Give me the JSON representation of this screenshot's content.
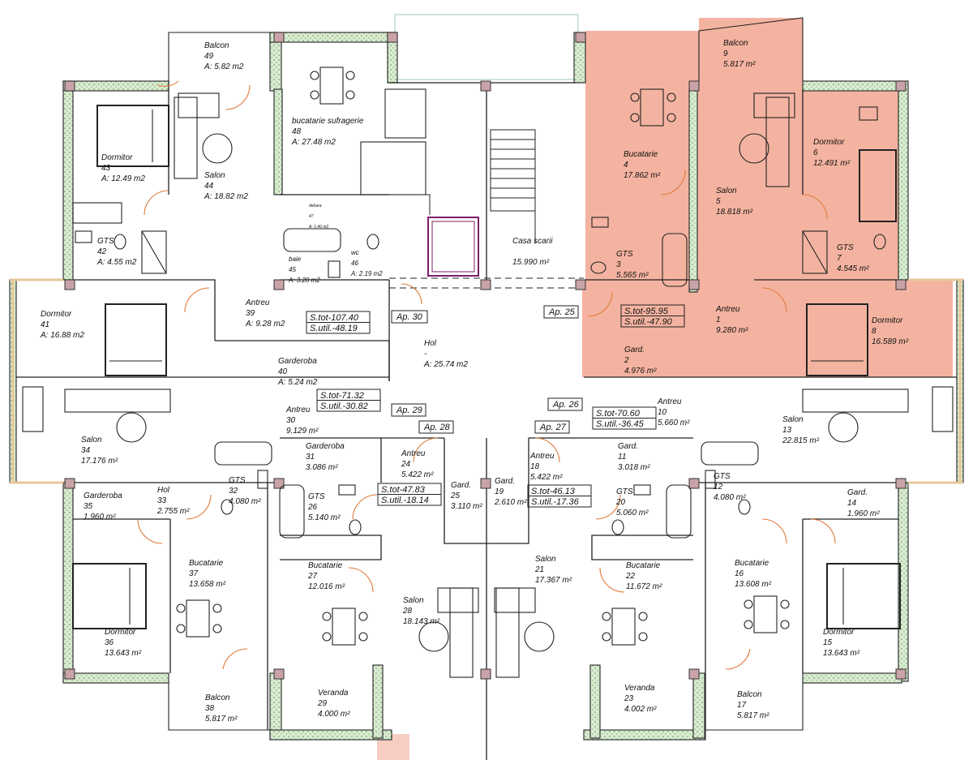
{
  "colors": {
    "highlight": "#f4b3a0",
    "wall": "#d8ecd0",
    "wall_edge": "#333333",
    "column": "#c9a3a8",
    "glazing": "#e8c79a",
    "line": "#222222"
  },
  "icons": [
    "bed-icon",
    "sofa-icon",
    "dining-table-icon",
    "bathtub-icon",
    "toilet-icon",
    "sink-icon",
    "shower-icon",
    "stairs-icon",
    "elevator-icon",
    "door-swing-icon"
  ],
  "rooms": [
    {
      "id": "balcon-49",
      "l1": "Balcon",
      "l2": "49",
      "l3": "A: 5.82 m2"
    },
    {
      "id": "dormitor-43",
      "l1": "Dormitor",
      "l2": "43",
      "l3": "A: 12.49 m2"
    },
    {
      "id": "salon-44",
      "l1": "Salon",
      "l2": "44",
      "l3": "A: 18.82 m2"
    },
    {
      "id": "bucatarie-48",
      "l1": "bucatarie sufragerie",
      "l2": "48",
      "l3": "A: 27.48 m2"
    },
    {
      "id": "gts-42",
      "l1": "GTS",
      "l2": "42",
      "l3": "A: 4.55 m2"
    },
    {
      "id": "debara-47",
      "l1": "debara",
      "l2": "47",
      "l3": "A: 1.46 m2"
    },
    {
      "id": "baie-45",
      "l1": "baie",
      "l2": "45",
      "l3": "A: 3.20 m2"
    },
    {
      "id": "wc-46",
      "l1": "wc",
      "l2": "46",
      "l3": "A: 2.19 m2"
    },
    {
      "id": "dormitor-41",
      "l1": "Dormitor",
      "l2": "41",
      "l3": "A: 16.88 m2"
    },
    {
      "id": "antreu-39",
      "l1": "Antreu",
      "l2": "39",
      "l3": "A: 9.28 m2"
    },
    {
      "id": "garderoba-40",
      "l1": "Garderoba",
      "l2": "40",
      "l3": "A: 5.24 m2"
    },
    {
      "id": "hol",
      "l1": "Hol",
      "l2": "-",
      "l3": "A: 25.74 m2"
    },
    {
      "id": "casa-scarii",
      "l1": "Casa scarii",
      "l2": "",
      "l3": "15.990 m²"
    },
    {
      "id": "balcon-9",
      "l1": "Balcon",
      "l2": "9",
      "l3": "5.817 m²"
    },
    {
      "id": "bucatarie-4",
      "l1": "Bucatarie",
      "l2": "4",
      "l3": "17.862 m²"
    },
    {
      "id": "salon-5",
      "l1": "Salon",
      "l2": "5",
      "l3": "18.818 m²"
    },
    {
      "id": "dormitor-6",
      "l1": "Dormitor",
      "l2": "6",
      "l3": "12.491 m²"
    },
    {
      "id": "gts-3",
      "l1": "GTS",
      "l2": "3",
      "l3": "5.565 m²"
    },
    {
      "id": "gts-7",
      "l1": "GTS",
      "l2": "7",
      "l3": "4.545 m²"
    },
    {
      "id": "antreu-1",
      "l1": "Antreu",
      "l2": "1",
      "l3": "9.280 m²"
    },
    {
      "id": "dormitor-8",
      "l1": "Dormitor",
      "l2": "8",
      "l3": "16.589 m²"
    },
    {
      "id": "gard-2",
      "l1": "Gard.",
      "l2": "2",
      "l3": "4.976 m²"
    },
    {
      "id": "salon-34",
      "l1": "Salon",
      "l2": "34",
      "l3": "17.176 m²"
    },
    {
      "id": "antreu-30",
      "l1": "Antreu",
      "l2": "30",
      "l3": "9.129 m²"
    },
    {
      "id": "garderoba-31",
      "l1": "Garderoba",
      "l2": "31",
      "l3": "3.086 m²"
    },
    {
      "id": "antreu-24",
      "l1": "Antreu",
      "l2": "24",
      "l3": "5.422 m²"
    },
    {
      "id": "antreu-18",
      "l1": "Antreu",
      "l2": "18",
      "l3": "5.422 m²"
    },
    {
      "id": "antreu-10",
      "l1": "Antreu",
      "l2": "10",
      "l3": "5.660 m²"
    },
    {
      "id": "gard-11",
      "l1": "Gard.",
      "l2": "11",
      "l3": "3.018 m²"
    },
    {
      "id": "salon-13",
      "l1": "Salon",
      "l2": "13",
      "l3": "22.815 m²"
    },
    {
      "id": "garderoba-35",
      "l1": "Garderoba",
      "l2": "35",
      "l3": "1.960 m²"
    },
    {
      "id": "hol-33",
      "l1": "Hol",
      "l2": "33",
      "l3": "2.755 m²"
    },
    {
      "id": "gts-32",
      "l1": "GTS",
      "l2": "32",
      "l3": "4.080 m²"
    },
    {
      "id": "gts-26",
      "l1": "GTS",
      "l2": "26",
      "l3": "5.140 m²"
    },
    {
      "id": "gard-25",
      "l1": "Gard.",
      "l2": "25",
      "l3": "3.110 m²"
    },
    {
      "id": "gard-19",
      "l1": "Gard.",
      "l2": "19",
      "l3": "2.610 m²"
    },
    {
      "id": "gts-20",
      "l1": "GTS",
      "l2": "20",
      "l3": "5.060 m²"
    },
    {
      "id": "gts-12",
      "l1": "GTS",
      "l2": "12",
      "l3": "4.080 m²"
    },
    {
      "id": "gard-14",
      "l1": "Gard.",
      "l2": "14",
      "l3": "1.960 m²"
    },
    {
      "id": "bucatarie-37",
      "l1": "Bucatarie",
      "l2": "37",
      "l3": "13.658 m²"
    },
    {
      "id": "bucatarie-27",
      "l1": "Bucatarie",
      "l2": "27",
      "l3": "12.016 m²"
    },
    {
      "id": "salon-21",
      "l1": "Salon",
      "l2": "21",
      "l3": "17.367 m²"
    },
    {
      "id": "bucatarie-22",
      "l1": "Bucatarie",
      "l2": "22",
      "l3": "11.672 m²"
    },
    {
      "id": "bucatarie-16",
      "l1": "Bucatarie",
      "l2": "16",
      "l3": "13.608 m²"
    },
    {
      "id": "salon-28",
      "l1": "Salon",
      "l2": "28",
      "l3": "18.143 m²"
    },
    {
      "id": "dormitor-36",
      "l1": "Dormitor",
      "l2": "36",
      "l3": "13.643 m²"
    },
    {
      "id": "dormitor-15",
      "l1": "Dormitor",
      "l2": "15",
      "l3": "13.643 m²"
    },
    {
      "id": "balcon-38",
      "l1": "Balcon",
      "l2": "38",
      "l3": "5.817 m²"
    },
    {
      "id": "veranda-29",
      "l1": "Veranda",
      "l2": "29",
      "l3": "4.000 m²"
    },
    {
      "id": "veranda-23",
      "l1": "Veranda",
      "l2": "23",
      "l3": "4.002 m²"
    },
    {
      "id": "balcon-17",
      "l1": "Balcon",
      "l2": "17",
      "l3": "5.817 m²"
    }
  ],
  "apartments": [
    {
      "id": "ap-30",
      "label": "Ap. 30"
    },
    {
      "id": "ap-25",
      "label": "Ap. 25"
    },
    {
      "id": "ap-29",
      "label": "Ap. 29"
    },
    {
      "id": "ap-28",
      "label": "Ap. 28"
    },
    {
      "id": "ap-26",
      "label": "Ap. 26"
    },
    {
      "id": "ap-27",
      "label": "Ap. 27"
    }
  ],
  "area_summaries": [
    {
      "id": "sum-ap30",
      "tot": "S.tot-107.40",
      "util": "S.util.-48.19"
    },
    {
      "id": "sum-ap25",
      "tot": "S.tot-95.95",
      "util": "S.util.-47.90"
    },
    {
      "id": "sum-ap29",
      "tot": "S.tot-71.32",
      "util": "S.util.-30.82"
    },
    {
      "id": "sum-ap26",
      "tot": "S.tot-70.60",
      "util": "S.util.-36.45"
    },
    {
      "id": "sum-ap28",
      "tot": "S.tot-47.83",
      "util": "S.util.-18.14"
    },
    {
      "id": "sum-ap27",
      "tot": "S.tot-46.13",
      "util": "S.util.-17.36"
    }
  ]
}
